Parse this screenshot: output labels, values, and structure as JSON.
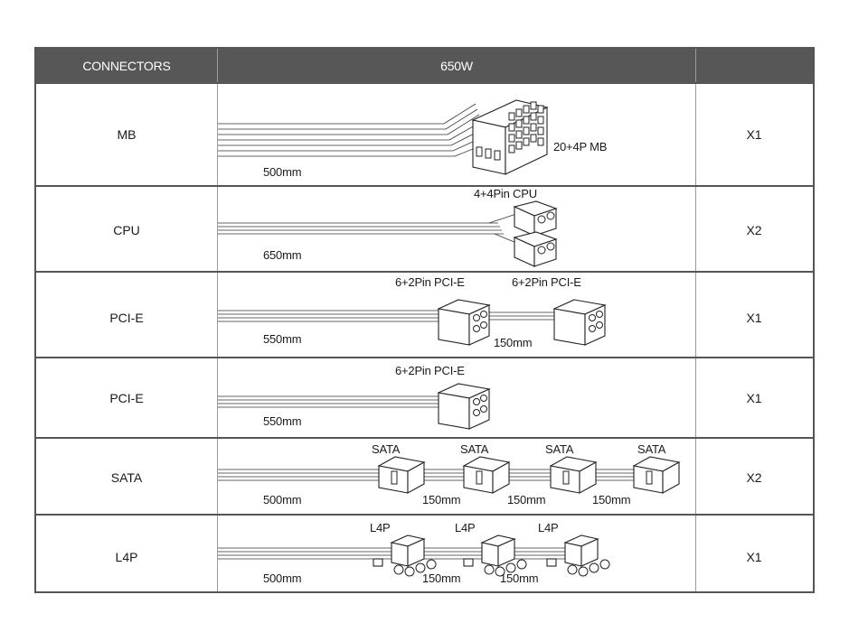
{
  "header": {
    "col1": "CONNECTORS",
    "col2": "650W",
    "col3": ""
  },
  "rows": [
    {
      "label": "MB",
      "qty": "X1",
      "connectors": [
        "20+4P MB"
      ],
      "lengths": [
        "500mm"
      ]
    },
    {
      "label": "CPU",
      "qty": "X2",
      "connectors": [
        "4+4Pin CPU"
      ],
      "lengths": [
        "650mm"
      ]
    },
    {
      "label": "PCI-E",
      "qty": "X1",
      "connectors": [
        "6+2Pin PCI-E",
        "6+2Pin PCI-E"
      ],
      "lengths": [
        "550mm",
        "150mm"
      ]
    },
    {
      "label": "PCI-E",
      "qty": "X1",
      "connectors": [
        "6+2Pin PCI-E"
      ],
      "lengths": [
        "550mm"
      ]
    },
    {
      "label": "SATA",
      "qty": "X2",
      "connectors": [
        "SATA",
        "SATA",
        "SATA",
        "SATA"
      ],
      "lengths": [
        "500mm",
        "150mm",
        "150mm",
        "150mm"
      ]
    },
    {
      "label": "L4P",
      "qty": "X1",
      "connectors": [
        "L4P",
        "L4P",
        "L4P"
      ],
      "lengths": [
        "500mm",
        "150mm",
        "150mm"
      ]
    }
  ],
  "colors": {
    "header_bg": "#575757",
    "header_text": "#ffffff",
    "border": "#555555"
  }
}
